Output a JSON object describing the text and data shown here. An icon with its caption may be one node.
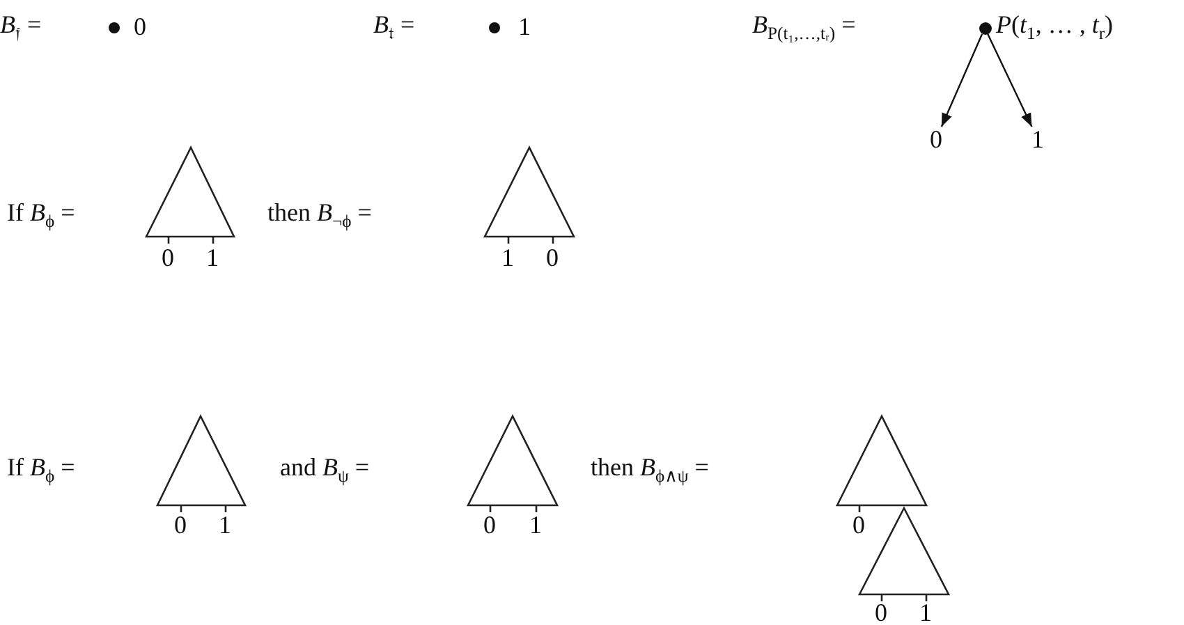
{
  "diagram": {
    "nodes": [
      {
        "text": [],
        "shape": "circle",
        "beside": [
          "*P*(*t*$_{1}$, … , *t*$_{r}$)"
        ]
      },
      {
        "text": [
          "0"
        ]
      },
      {
        "text": [
          "1"
        ]
      }
    ],
    "edges": [
      {
        "from": 0,
        "to": 1,
        "arrow": "to"
      },
      {
        "from": 0,
        "to": 2,
        "arrow": "to"
      }
    ],
    "labels": [
      "*B*$_{𝔣}$ =",
      "0",
      "*B*$_{𝔱}$ =",
      "1",
      "*B*$_{P(t₁,…,tᵣ)}$ =",
      "If *B*$_{ϕ}$ =",
      "0",
      "1",
      "then  *B*$_{¬ϕ}$ =",
      "1",
      "0",
      "If *B*$_{ϕ}$ =",
      "0",
      "1",
      "and *B*$_{ψ}$ =",
      "0",
      "1",
      "then *B*$_{ϕ∧ψ}$ =",
      "0",
      "0",
      "1"
    ]
  }
}
